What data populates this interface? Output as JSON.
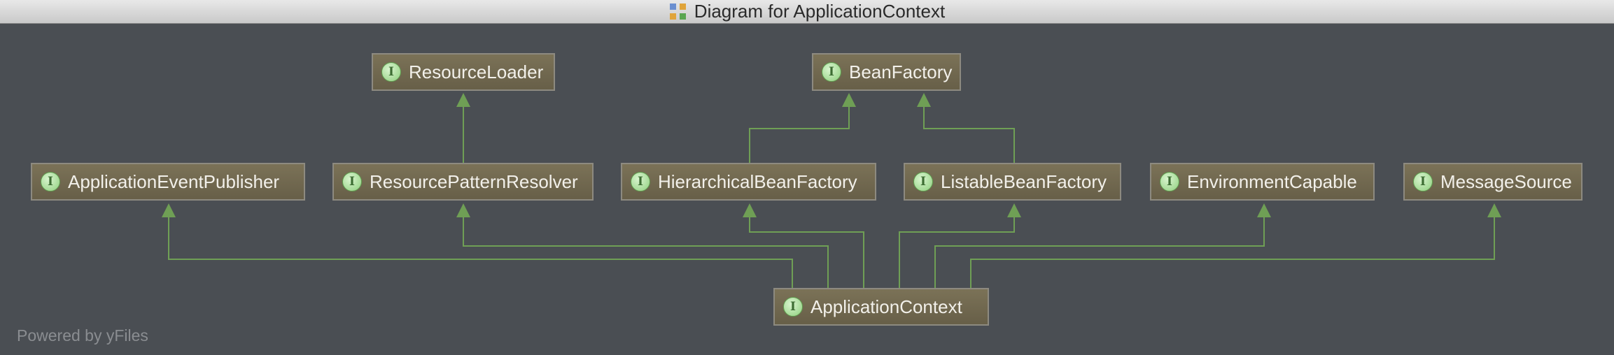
{
  "window": {
    "title": "Diagram for ApplicationContext"
  },
  "footer": {
    "powered_by": "Powered by yFiles"
  },
  "nodes": {
    "resource_loader": {
      "kind_badge": "I",
      "label": "ResourceLoader"
    },
    "bean_factory": {
      "kind_badge": "I",
      "label": "BeanFactory"
    },
    "application_event_publisher": {
      "kind_badge": "I",
      "label": "ApplicationEventPublisher"
    },
    "resource_pattern_resolver": {
      "kind_badge": "I",
      "label": "ResourcePatternResolver"
    },
    "hierarchical_bean_factory": {
      "kind_badge": "I",
      "label": "HierarchicalBeanFactory"
    },
    "listable_bean_factory": {
      "kind_badge": "I",
      "label": "ListableBeanFactory"
    },
    "environment_capable": {
      "kind_badge": "I",
      "label": "EnvironmentCapable"
    },
    "message_source": {
      "kind_badge": "I",
      "label": "MessageSource"
    },
    "application_context": {
      "kind_badge": "I",
      "label": "ApplicationContext"
    }
  },
  "colors": {
    "background": "#4a4e53",
    "node_fill": "#746b52",
    "node_border": "#8d8a80",
    "edge": "#6f9f55",
    "badge": "#a8dd98"
  }
}
